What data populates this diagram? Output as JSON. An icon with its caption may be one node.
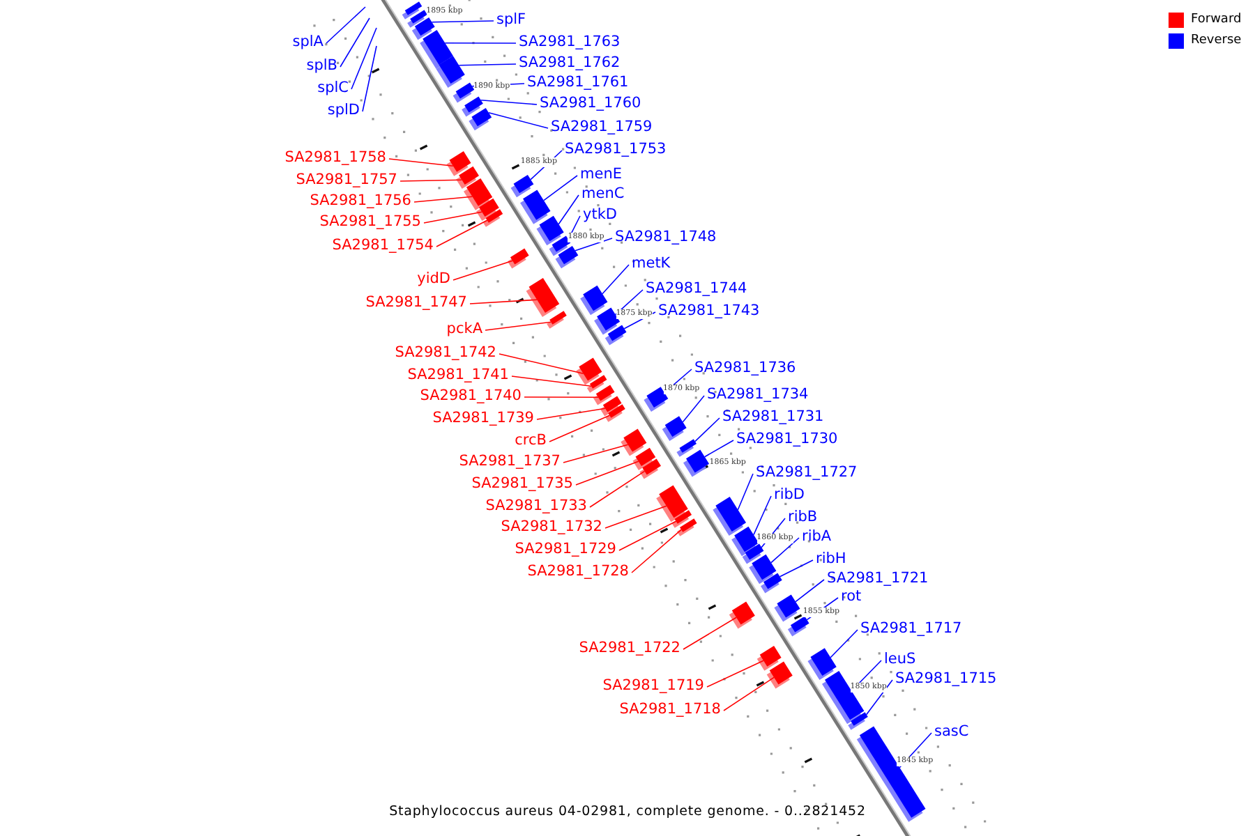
{
  "diagram": {
    "caption": "Staphylococcus aureus 04-02981, complete genome. - 0..2821452",
    "nodes": [
      {
        "text": [
          "splA"
        ]
      },
      {
        "text": [
          "splB"
        ]
      },
      {
        "text": [
          "splC"
        ]
      },
      {
        "text": [
          "splD"
        ]
      },
      {
        "text": [
          "SA2981_1758"
        ]
      },
      {
        "text": [],
        "shape": "bar"
      },
      {
        "text": [
          "SA2981_1757"
        ]
      },
      {
        "text": [],
        "shape": "bar"
      },
      {
        "text": [
          "SA2981_1756"
        ]
      },
      {
        "text": [],
        "shape": "bar"
      },
      {
        "text": [
          "SA2981_1755"
        ]
      },
      {
        "text": [],
        "shape": "bar"
      },
      {
        "text": [
          "SA2981_1754"
        ]
      },
      {
        "text": [],
        "shape": "bar"
      },
      {
        "text": [
          "yidD"
        ]
      },
      {
        "text": [],
        "shape": "bar"
      },
      {
        "text": [
          "SA2981_1747"
        ]
      },
      {
        "text": [],
        "shape": "bar"
      },
      {
        "text": [
          "pckA"
        ]
      },
      {
        "text": [],
        "shape": "bar"
      },
      {
        "text": [
          "SA2981_1742"
        ]
      },
      {
        "text": [],
        "shape": "bar"
      },
      {
        "text": [
          "SA2981_1741"
        ]
      },
      {
        "text": [],
        "shape": "bar"
      },
      {
        "text": [
          "SA2981_1740"
        ]
      },
      {
        "text": [],
        "shape": "bar"
      },
      {
        "text": [
          "SA2981_1739"
        ]
      },
      {
        "text": [],
        "shape": "bar"
      },
      {
        "text": [
          "crcB"
        ]
      },
      {
        "text": [],
        "shape": "bar"
      },
      {
        "text": [
          "SA2981_1737"
        ]
      },
      {
        "text": [],
        "shape": "bar"
      },
      {
        "text": [
          "SA2981_1735"
        ]
      },
      {
        "text": [],
        "shape": "bar"
      },
      {
        "text": [
          "SA2981_1733"
        ]
      },
      {
        "text": [],
        "shape": "bar"
      },
      {
        "text": [
          "SA2981_1732"
        ]
      },
      {
        "text": [],
        "shape": "bar"
      },
      {
        "text": [
          "SA2981_1729"
        ]
      },
      {
        "text": [],
        "shape": "bar"
      },
      {
        "text": [
          "SA2981_1728"
        ]
      },
      {
        "text": [],
        "shape": "bar"
      },
      {
        "text": [
          "SA2981_1722"
        ]
      },
      {
        "text": [],
        "shape": "bar"
      },
      {
        "text": [
          "SA2981_1719"
        ]
      },
      {
        "text": [],
        "shape": "bar"
      },
      {
        "text": [
          "SA2981_1718"
        ]
      },
      {
        "text": [],
        "shape": "bar"
      },
      {
        "text": [
          "splF"
        ]
      },
      {
        "text": [],
        "shape": "bar"
      },
      {
        "text": [
          "SA2981_1763"
        ]
      },
      {
        "text": [],
        "shape": "bar"
      },
      {
        "text": [
          "SA2981_1762"
        ]
      },
      {
        "text": [],
        "shape": "bar"
      },
      {
        "text": [
          "SA2981_1761"
        ]
      },
      {
        "text": [],
        "shape": "bar"
      },
      {
        "text": [
          "SA2981_1760"
        ]
      },
      {
        "text": [],
        "shape": "bar"
      },
      {
        "text": [
          "SA2981_1759"
        ]
      },
      {
        "text": [],
        "shape": "bar"
      },
      {
        "text": [
          "SA2981_1753"
        ]
      },
      {
        "text": [],
        "shape": "bar"
      },
      {
        "text": [
          "menE"
        ]
      },
      {
        "text": [],
        "shape": "bar"
      },
      {
        "text": [
          "menC"
        ]
      },
      {
        "text": [],
        "shape": "bar"
      },
      {
        "text": [
          "ytkD"
        ]
      },
      {
        "text": [],
        "shape": "bar"
      },
      {
        "text": [
          "SA2981_1748"
        ]
      },
      {
        "text": [],
        "shape": "bar"
      },
      {
        "text": [
          "metK"
        ]
      },
      {
        "text": [],
        "shape": "bar"
      },
      {
        "text": [
          "SA2981_1744"
        ]
      },
      {
        "text": [],
        "shape": "bar"
      },
      {
        "text": [
          "SA2981_1743"
        ]
      },
      {
        "text": [],
        "shape": "bar"
      },
      {
        "text": [
          "SA2981_1736"
        ]
      },
      {
        "text": [],
        "shape": "bar"
      },
      {
        "text": [
          "SA2981_1734"
        ]
      },
      {
        "text": [],
        "shape": "bar"
      },
      {
        "text": [
          "SA2981_1731"
        ]
      },
      {
        "text": [],
        "shape": "bar"
      },
      {
        "text": [
          "SA2981_1730"
        ]
      },
      {
        "text": [],
        "shape": "bar"
      },
      {
        "text": [
          "SA2981_1727"
        ]
      },
      {
        "text": [],
        "shape": "bar"
      },
      {
        "text": [
          "ribD"
        ]
      },
      {
        "text": [],
        "shape": "bar"
      },
      {
        "text": [
          "ribB"
        ]
      },
      {
        "text": [],
        "shape": "bar"
      },
      {
        "text": [
          "ribA"
        ]
      },
      {
        "text": [],
        "shape": "bar"
      },
      {
        "text": [
          "ribH"
        ]
      },
      {
        "text": [],
        "shape": "bar"
      },
      {
        "text": [
          "SA2981_1721"
        ]
      },
      {
        "text": [],
        "shape": "bar"
      },
      {
        "text": [
          "rot"
        ]
      },
      {
        "text": [],
        "shape": "bar"
      },
      {
        "text": [
          "SA2981_1717"
        ]
      },
      {
        "text": [],
        "shape": "bar"
      },
      {
        "text": [
          "leuS"
        ]
      },
      {
        "text": [],
        "shape": "bar"
      },
      {
        "text": [
          "SA2981_1715"
        ]
      },
      {
        "text": [],
        "shape": "bar"
      },
      {
        "text": [
          "sasC"
        ]
      },
      {
        "text": [],
        "shape": "bar"
      },
      {
        "text": [],
        "shape": "bar"
      },
      {
        "text": [],
        "shape": "bar"
      }
    ],
    "edges": [
      {
        "from": 0,
        "to": null,
        "arrow": "none"
      },
      {
        "from": 1,
        "to": null,
        "arrow": "none"
      },
      {
        "from": 2,
        "to": null,
        "arrow": "none"
      },
      {
        "from": 3,
        "to": null,
        "arrow": "none"
      },
      {
        "from": 4,
        "to": 5,
        "arrow": "none",
        "color": "#ff0000"
      },
      {
        "from": 6,
        "to": 7,
        "arrow": "none",
        "color": "#ff0000"
      },
      {
        "from": 8,
        "to": 9,
        "arrow": "none",
        "color": "#ff0000"
      },
      {
        "from": 10,
        "to": 11,
        "arrow": "none",
        "color": "#ff0000"
      },
      {
        "from": 12,
        "to": 13,
        "arrow": "none",
        "color": "#ff0000"
      },
      {
        "from": 14,
        "to": 15,
        "arrow": "none",
        "color": "#ff0000"
      },
      {
        "from": 16,
        "to": 17,
        "arrow": "none",
        "color": "#ff0000"
      },
      {
        "from": 18,
        "to": 19,
        "arrow": "none",
        "color": "#ff0000"
      },
      {
        "from": 20,
        "to": 21,
        "arrow": "none",
        "color": "#ff0000"
      },
      {
        "from": 22,
        "to": 23,
        "arrow": "none",
        "color": "#ff0000"
      },
      {
        "from": 24,
        "to": 25,
        "arrow": "none",
        "color": "#ff0000"
      },
      {
        "from": 26,
        "to": 27,
        "arrow": "none",
        "color": "#ff0000"
      },
      {
        "from": 28,
        "to": 29,
        "arrow": "none",
        "color": "#ff0000"
      },
      {
        "from": 30,
        "to": 31,
        "arrow": "none",
        "color": "#ff0000"
      },
      {
        "from": 32,
        "to": 33,
        "arrow": "none",
        "color": "#ff0000"
      },
      {
        "from": 34,
        "to": 35,
        "arrow": "none",
        "color": "#ff0000"
      },
      {
        "from": 36,
        "to": 37,
        "arrow": "none",
        "color": "#ff0000"
      },
      {
        "from": 38,
        "to": 39,
        "arrow": "none",
        "color": "#ff0000"
      },
      {
        "from": 40,
        "to": 41,
        "arrow": "none",
        "color": "#ff0000"
      },
      {
        "from": 42,
        "to": 43,
        "arrow": "none",
        "color": "#ff0000"
      },
      {
        "from": 44,
        "to": 45,
        "arrow": "none",
        "color": "#ff0000"
      },
      {
        "from": 46,
        "to": 47,
        "arrow": "none",
        "color": "#ff0000"
      },
      {
        "from": 48,
        "to": 49,
        "arrow": "none"
      },
      {
        "from": 50,
        "to": 51,
        "arrow": "none"
      },
      {
        "from": 52,
        "to": 53,
        "arrow": "none"
      },
      {
        "from": 54,
        "to": 55,
        "arrow": "none"
      },
      {
        "from": 56,
        "to": 57,
        "arrow": "none"
      },
      {
        "from": 58,
        "to": 59,
        "arrow": "none"
      },
      {
        "from": 60,
        "to": 61,
        "arrow": "none"
      },
      {
        "from": 62,
        "to": 63,
        "arrow": "none"
      },
      {
        "from": 64,
        "to": 65,
        "arrow": "none"
      },
      {
        "from": 66,
        "to": 67,
        "arrow": "none"
      },
      {
        "from": 68,
        "to": 69,
        "arrow": "none"
      },
      {
        "from": 70,
        "to": 71,
        "arrow": "none"
      },
      {
        "from": 72,
        "to": 73,
        "arrow": "none"
      },
      {
        "from": 74,
        "to": 75,
        "arrow": "none"
      },
      {
        "from": 76,
        "to": 77,
        "arrow": "none"
      },
      {
        "from": 78,
        "to": 79,
        "arrow": "none"
      },
      {
        "from": 80,
        "to": 81,
        "arrow": "none"
      },
      {
        "from": 82,
        "to": 83,
        "arrow": "none"
      },
      {
        "from": 84,
        "to": 85,
        "arrow": "none"
      },
      {
        "from": 86,
        "to": 87,
        "arrow": "none"
      },
      {
        "from": 88,
        "to": 89,
        "arrow": "none"
      },
      {
        "from": 90,
        "to": 91,
        "arrow": "none"
      },
      {
        "from": 92,
        "to": 93,
        "arrow": "none"
      },
      {
        "from": 94,
        "to": 95,
        "arrow": "none"
      },
      {
        "from": 96,
        "to": 97,
        "arrow": "none"
      },
      {
        "from": 98,
        "to": 99,
        "arrow": "none"
      },
      {
        "from": 100,
        "to": 101,
        "arrow": "none"
      },
      {
        "from": 102,
        "to": 103,
        "arrow": "none"
      },
      {
        "from": 104,
        "to": 105,
        "arrow": "none"
      }
    ],
    "labels": [
      "1895 kbp",
      "1890 kbp",
      "1885 kbp",
      "1880 kbp",
      "1875 kbp",
      "1870 kbp",
      "1865 kbp",
      "1860 kbp",
      "1855 kbp",
      "1850 kbp",
      "1845 kbp"
    ],
    "legend": [
      {
        "text": "Forward",
        "color": "#ff0000"
      },
      {
        "text": "Reverse",
        "color": "#0000ff"
      }
    ]
  }
}
